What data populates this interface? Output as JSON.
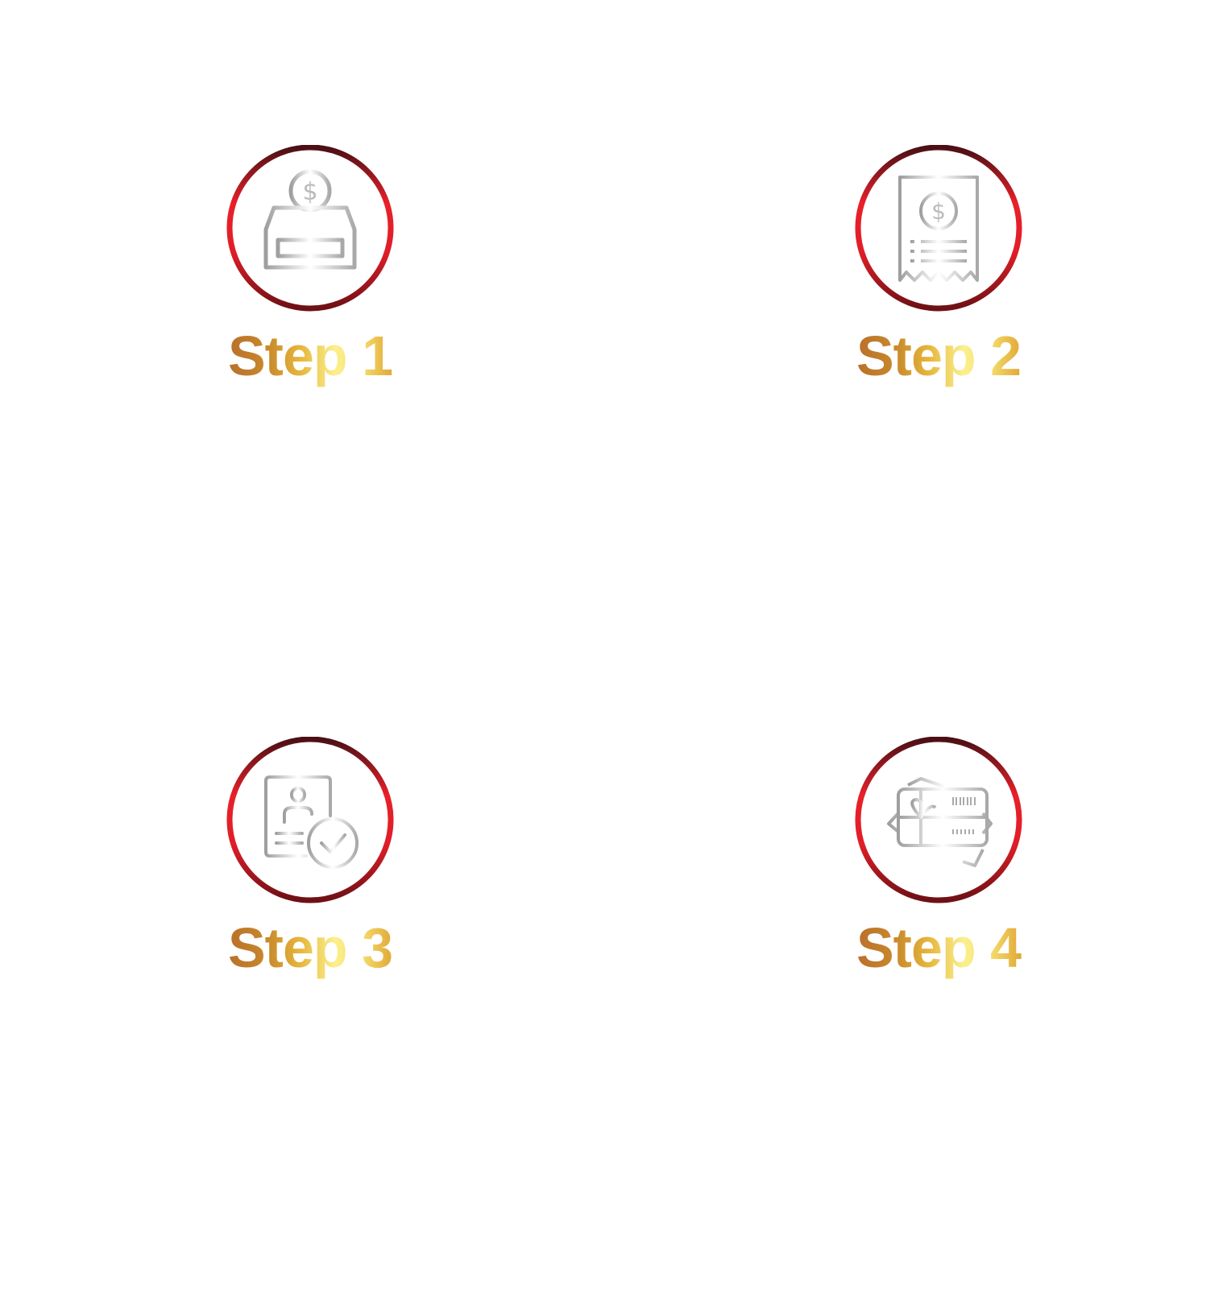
{
  "colors": {
    "ring_top": "#4a1015",
    "ring_mid": "#e8202a",
    "ring_bottom": "#7a1015",
    "icon_gray": "#a8a8a8",
    "text_gold_dark": "#b0602a",
    "text_gold_light": "#fbf08e"
  },
  "steps": [
    {
      "label": "Step 1",
      "icon": "donation-box-icon"
    },
    {
      "label": "Step 2",
      "icon": "receipt-icon"
    },
    {
      "label": "Step 3",
      "icon": "id-card-verified-icon"
    },
    {
      "label": "Step 4",
      "icon": "gift-card-icon"
    }
  ]
}
